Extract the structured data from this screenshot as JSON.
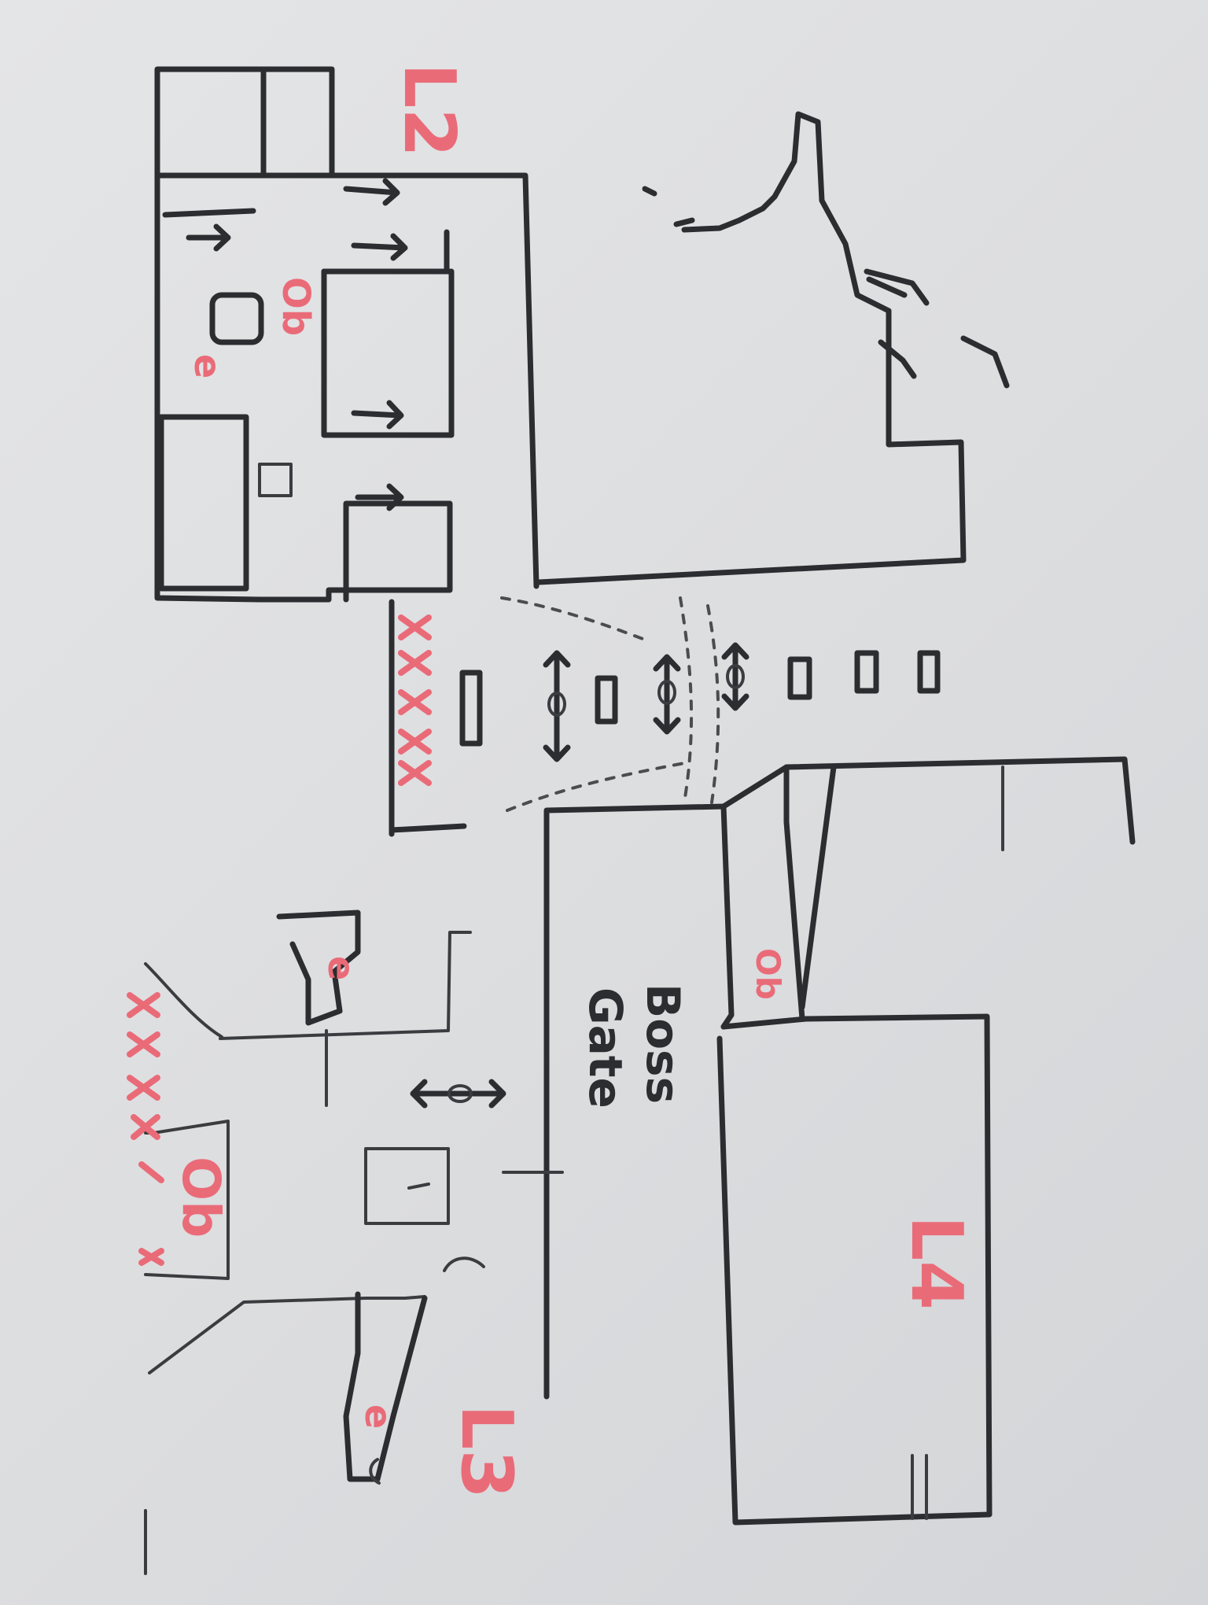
{
  "labels": {
    "l2": "L2",
    "l3": "L3",
    "l4": "L4",
    "boss": "Boss",
    "gate": "Gate",
    "ob_1": "Ob",
    "ob_2": "Ob",
    "ob_3": "Ob",
    "e_1": "e",
    "e_2": "e",
    "e_3": "e"
  },
  "colors": {
    "ink": "#2b2d30",
    "marker_red": "#ea6b78",
    "board": "#dfe0e2"
  }
}
